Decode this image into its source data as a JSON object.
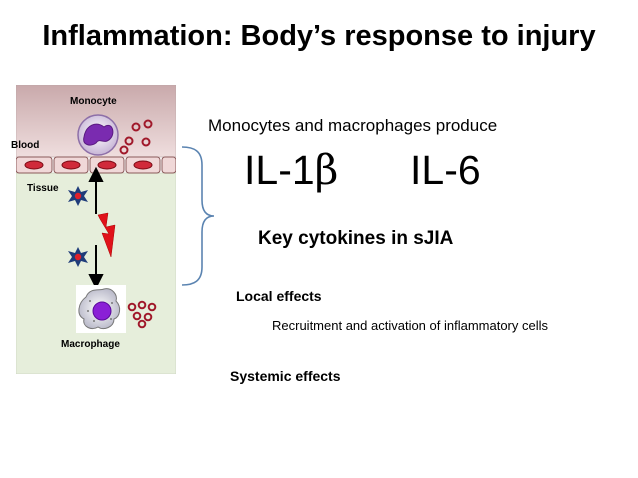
{
  "title": "Inflammation: Body’s response to injury",
  "diagram": {
    "monocyte_label": "Monocyte",
    "blood_label": "Blood",
    "tissue_label": "Tissue",
    "macrophage_label": "Macrophage"
  },
  "content": {
    "intro": "Monocytes and macrophages produce",
    "cytokine_1_prefix": "IL-1",
    "cytokine_1_symbol": "β",
    "cytokine_2": "IL-6",
    "key_cytokines": "Key cytokines in sJIA",
    "local_effects": "Local effects",
    "local_detail": "Recruitment and activation of inflammatory cells",
    "systemic_effects": "Systemic effects"
  },
  "colors": {
    "blood_bg": "#e2c8c8",
    "tissue_bg": "#e6eedb",
    "vessel_cell": "#f0d8d8",
    "red_cell": "#c0102a",
    "macrophage_nucleus": "#8a1fd6",
    "star_fill": "#1f3c7a",
    "star_center": "#e0202a",
    "brace": "#5b84b1"
  }
}
